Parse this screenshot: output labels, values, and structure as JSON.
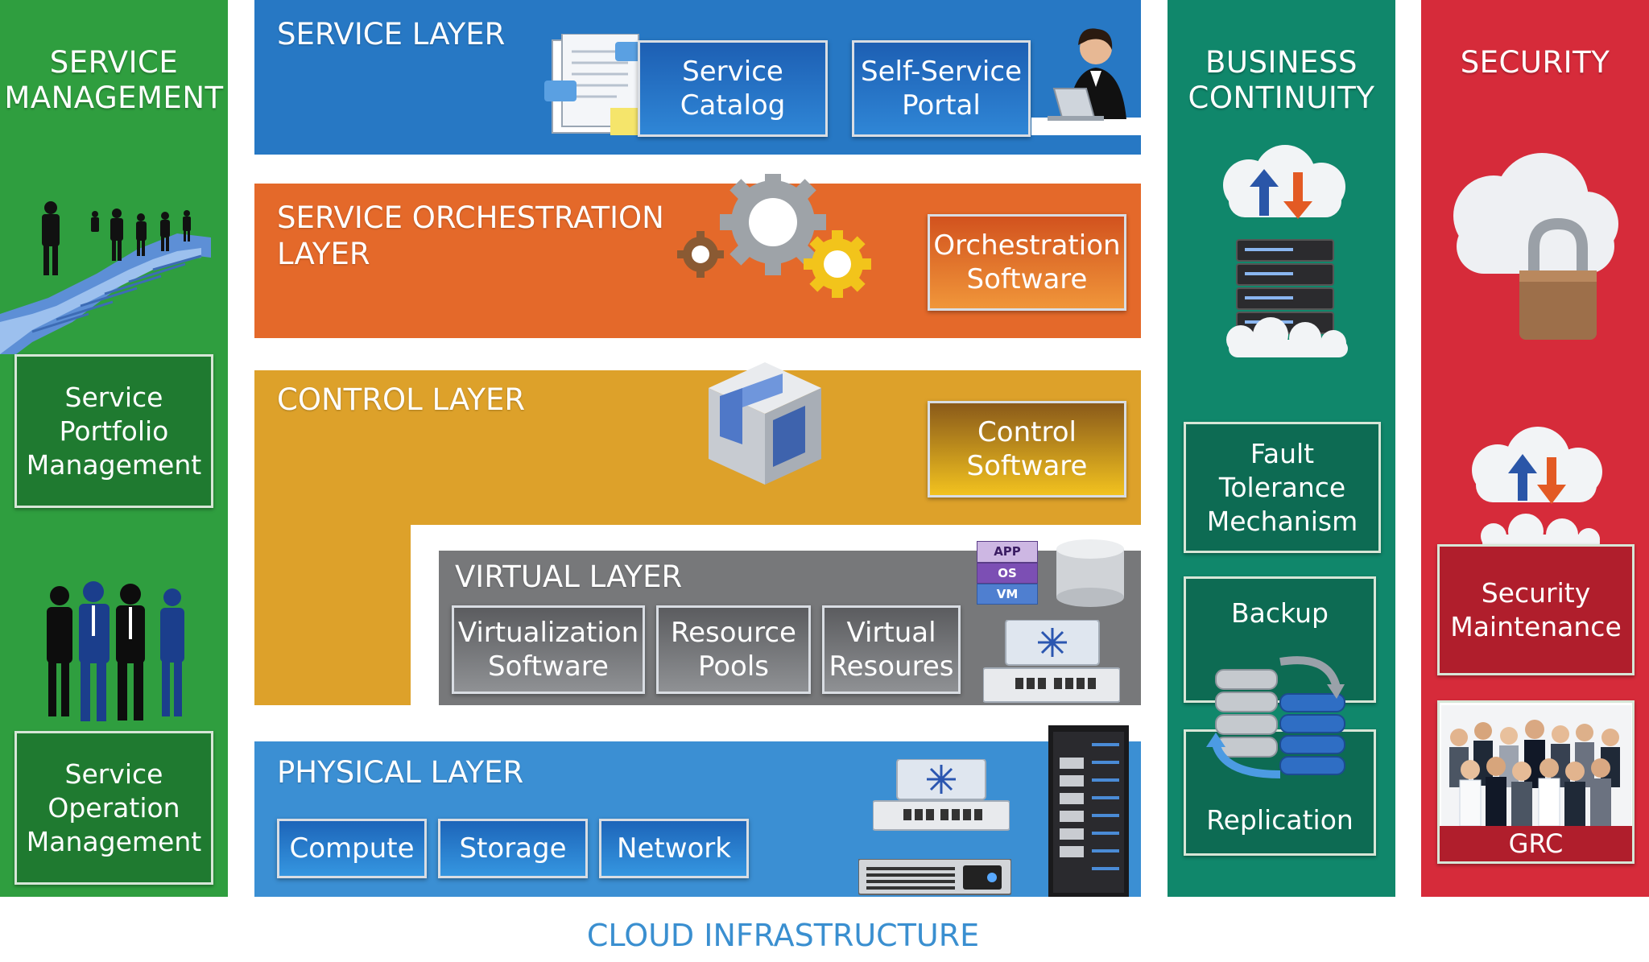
{
  "columns": {
    "service_management": {
      "title": [
        "SERVICE",
        "MANAGEMENT"
      ],
      "portfolio": [
        "Service",
        "Portfolio",
        "Management"
      ],
      "operation": [
        "Service",
        "Operation",
        "Management"
      ],
      "color": "#2f9e3f",
      "box_color": "#1f7a30"
    },
    "business_continuity": {
      "title": [
        "BUSINESS",
        "CONTINUITY"
      ],
      "fault": [
        "Fault",
        "Tolerance",
        "Mechanism"
      ],
      "backup": "Backup",
      "replication": "Replication",
      "color": "#10876b",
      "box_color": "#0d6b53"
    },
    "security": {
      "title": "SECURITY",
      "maintenance": [
        "Security",
        "Maintenance"
      ],
      "grc": "GRC",
      "color": "#d62b3a",
      "box_color": "#b01e2c"
    }
  },
  "layers": {
    "service": {
      "title": "SERVICE LAYER",
      "catalog": [
        "Service",
        "Catalog"
      ],
      "portal": [
        "Self-Service",
        "Portal"
      ],
      "color": "#2778c4"
    },
    "orchestration": {
      "title": [
        "SERVICE ORCHESTRATION",
        "LAYER"
      ],
      "software": [
        "Orchestration",
        "Software"
      ],
      "color": "#e4692a"
    },
    "control": {
      "title": "CONTROL LAYER",
      "software": [
        "Control",
        "Software"
      ],
      "color": "#dda12a"
    },
    "virtual": {
      "title": "VIRTUAL LAYER",
      "items": [
        [
          "Virtualization",
          "Software"
        ],
        [
          "Resource",
          "Pools"
        ],
        [
          "Virtual",
          "Resoures"
        ]
      ],
      "vm_stack": [
        "APP",
        "OS",
        "VM"
      ],
      "color": "#77787a"
    },
    "physical": {
      "title": "PHYSICAL LAYER",
      "items": [
        "Compute",
        "Storage",
        "Network"
      ],
      "color": "#3b8fd3"
    }
  },
  "caption": "CLOUD INFRASTRUCTURE",
  "icons": [
    "documents-icon",
    "person-laptop-icon",
    "gears-icon",
    "cube-icon",
    "database-icon",
    "switch-icon",
    "server-rack-icon",
    "cloud-sync-icon",
    "cloud-lock-icon",
    "team-photo-icon",
    "staircase-people-icon",
    "business-people-icon"
  ]
}
